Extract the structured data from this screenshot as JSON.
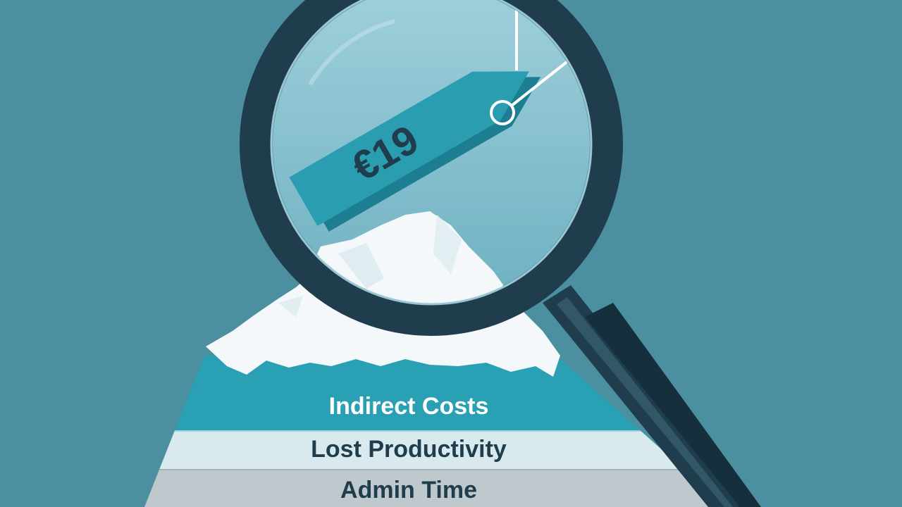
{
  "price_tag": {
    "text": "€19"
  },
  "layers": {
    "top_label": "Indirect Costs",
    "middle_label": "Lost Productivity",
    "bottom_label": "Admin Time"
  },
  "colors": {
    "background": "#4b8fa0",
    "teal_band": "#2aa0b5",
    "light_band": "#d9eaee",
    "grey_band": "#bfc9cd",
    "tag": "#2b9db0",
    "lens_frame": "#1f3d4c",
    "snow": "#f4f8fa"
  },
  "icons": {
    "magnifier": "magnifying-glass-icon",
    "tag": "price-tag-icon"
  }
}
